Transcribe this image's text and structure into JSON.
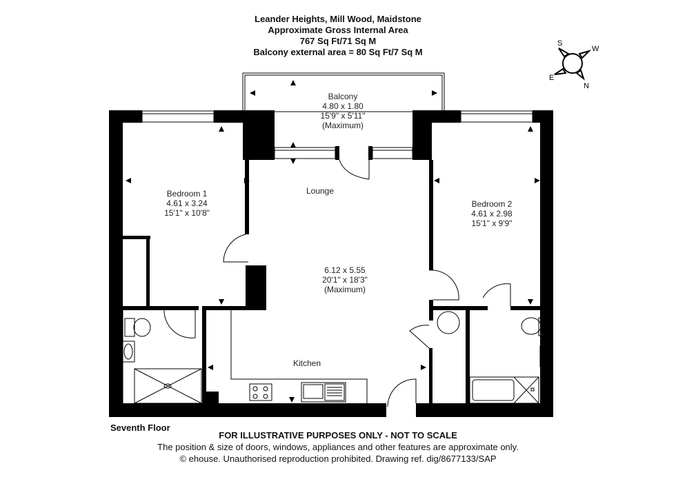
{
  "header": {
    "title": "Leander Heights, Mill Wood, Maidstone",
    "subtitle": "Approximate Gross Internal Area",
    "area": "767 Sq Ft/71 Sq M",
    "balcony_area": "Balcony external area = 80 Sq Ft/7 Sq M"
  },
  "compass": {
    "s": "S",
    "w": "W",
    "e": "E",
    "n": "N"
  },
  "rooms": {
    "balcony": {
      "name": "Balcony",
      "metric": "4.80 x 1.80",
      "imperial": "15'9\" x 5'11\"",
      "note": "(Maximum)"
    },
    "bedroom1": {
      "name": "Bedroom 1",
      "metric": "4.61 x 3.24",
      "imperial": "15'1\" x 10'8\""
    },
    "bedroom2": {
      "name": "Bedroom 2",
      "metric": "4.61 x 2.98",
      "imperial": "15'1\" x 9'9\""
    },
    "lounge": {
      "name": "Lounge",
      "metric": "6.12 x 5.55",
      "imperial": "20'1\" x 18'3\"",
      "note": "(Maximum)"
    },
    "kitchen": {
      "name": "Kitchen"
    }
  },
  "footer": {
    "floor": "Seventh Floor",
    "disclaimer_bold": "FOR ILLUSTRATIVE PURPOSES ONLY - NOT TO SCALE",
    "disclaimer_1": "The position & size of doors, windows, appliances and other features are approximate only.",
    "disclaimer_2": "© ehouse. Unauthorised reproduction prohibited. Drawing ref. dig/8677133/SAP"
  }
}
